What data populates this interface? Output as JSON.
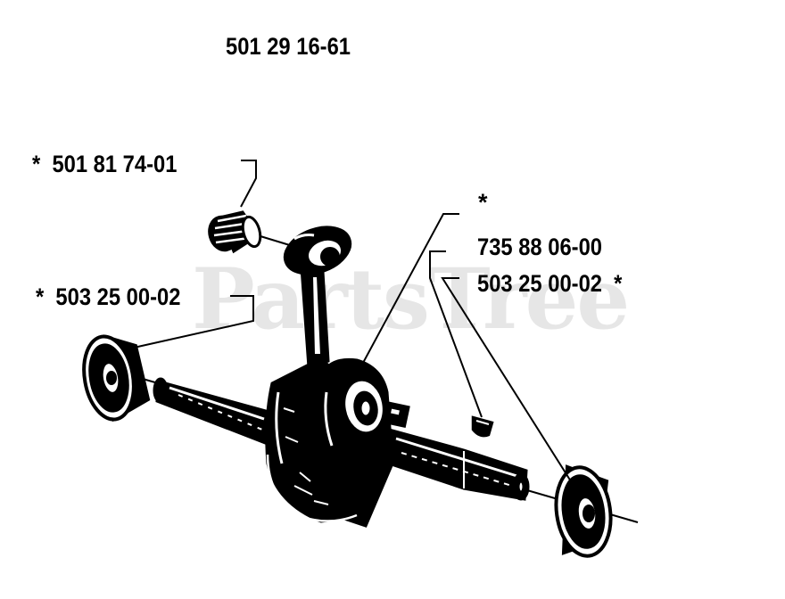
{
  "watermark": "PartsTree",
  "labels": {
    "assembly_number": "501 29 16-61",
    "needle_bearing": "*  501 81 74-01",
    "left_ball_bearing": "*  503 25 00-02",
    "asterisk_note": "*",
    "key_part": "735 88 06-00",
    "right_ball_bearing": "503 25 00-02  *"
  },
  "colors": {
    "line": "#000000",
    "watermark": "#e6e6e6",
    "background": "#ffffff"
  }
}
